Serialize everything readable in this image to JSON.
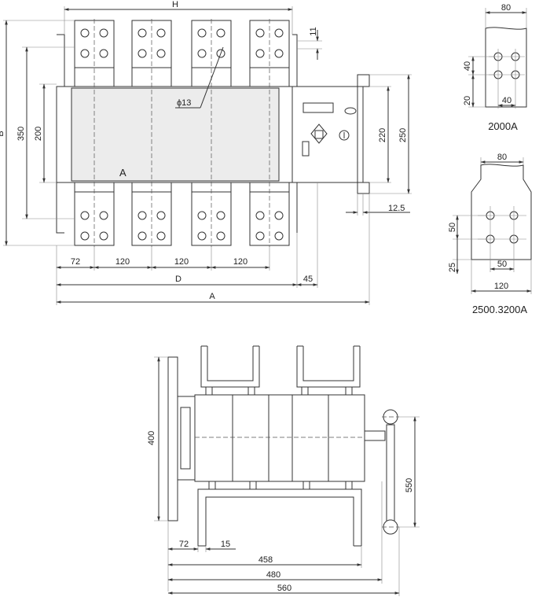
{
  "front_view": {
    "label_H": "H",
    "label_B": "B",
    "label_350": "350",
    "label_200": "200",
    "label_11": "11",
    "label_phi13": "ϕ13",
    "label_A_marker": "A",
    "label_220": "220",
    "label_250": "250",
    "label_12_5": "12.5",
    "label_72": "72",
    "label_120_a": "120",
    "label_120_b": "120",
    "label_120_c": "120",
    "label_D": "D",
    "label_45": "45",
    "label_A": "A"
  },
  "detail_2000": {
    "label_80": "80",
    "label_40_v": "40",
    "label_20": "20",
    "label_40_h": "40",
    "caption": "2000A"
  },
  "detail_3200": {
    "label_80": "80",
    "label_50_v": "50",
    "label_25": "25",
    "label_50_h": "50",
    "label_120": "120",
    "caption": "2500.3200A"
  },
  "side_view": {
    "label_400": "400",
    "label_550": "550",
    "label_72": "72",
    "label_15": "15",
    "label_458": "458",
    "label_480": "480",
    "label_560": "560"
  }
}
